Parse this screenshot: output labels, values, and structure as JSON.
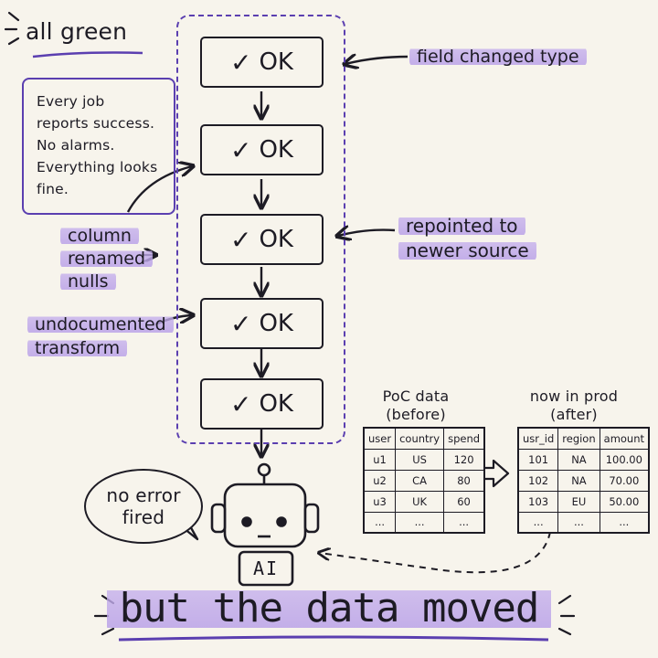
{
  "header_note": "all green",
  "info_box": {
    "lines": [
      "Every job",
      "reports success.",
      "No alarms.",
      "Everything looks",
      "fine."
    ]
  },
  "pipeline": {
    "stages": [
      {
        "check": "✓",
        "label": "OK"
      },
      {
        "check": "✓",
        "label": "OK"
      },
      {
        "check": "✓",
        "label": "OK"
      },
      {
        "check": "✓",
        "label": "OK"
      },
      {
        "check": "✓",
        "label": "OK"
      }
    ]
  },
  "annotations": {
    "field_changed": "field changed type",
    "column_renamed": [
      "column",
      "renamed",
      "nulls"
    ],
    "repointed": [
      "repointed to",
      "newer source"
    ],
    "undocumented": [
      "undocumented",
      "transform"
    ]
  },
  "poc_table": {
    "caption": [
      "PoC data",
      "(before)"
    ],
    "headers": [
      "user",
      "country",
      "spend"
    ],
    "rows": [
      [
        "u1",
        "US",
        "120"
      ],
      [
        "u2",
        "CA",
        "80"
      ],
      [
        "u3",
        "UK",
        "60"
      ],
      [
        "...",
        "...",
        "..."
      ]
    ]
  },
  "prod_table": {
    "caption": [
      "now in prod",
      "(after)"
    ],
    "headers": [
      "usr_id",
      "region",
      "amount"
    ],
    "rows": [
      [
        "101",
        "NA",
        "100.00"
      ],
      [
        "102",
        "NA",
        "70.00"
      ],
      [
        "103",
        "EU",
        "50.00"
      ],
      [
        "...",
        "...",
        "..."
      ]
    ]
  },
  "robot": {
    "badge": "AI",
    "speech": [
      "no error",
      "fired"
    ]
  },
  "bottom_title": "but the data moved",
  "colors": {
    "accent": "#5b3fb0",
    "highlight": "#c4aeec",
    "ink": "#1d1b24",
    "paper": "#f7f4ec"
  }
}
